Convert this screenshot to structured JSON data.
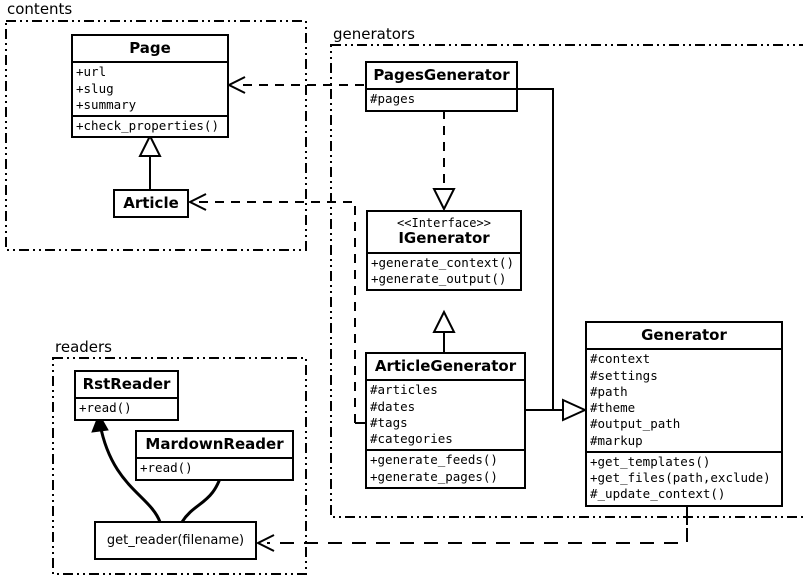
{
  "diagram": {
    "type": "uml-class-diagram",
    "packages": [
      {
        "name": "contents",
        "label": "contents"
      },
      {
        "name": "generators",
        "label": "generators"
      },
      {
        "name": "readers",
        "label": "readers"
      }
    ],
    "classes": [
      {
        "id": "page",
        "name": "Page",
        "stereotype": "",
        "attributes": [
          "+url",
          "+slug",
          "+summary"
        ],
        "operations": [
          "+check_properties()"
        ]
      },
      {
        "id": "article",
        "name": "Article",
        "stereotype": "",
        "attributes": [],
        "operations": []
      },
      {
        "id": "pagesgenerator",
        "name": "PagesGenerator",
        "stereotype": "",
        "attributes": [
          "#pages"
        ],
        "operations": []
      },
      {
        "id": "igenerator",
        "name": "IGenerator",
        "stereotype": "<<Interface>>",
        "attributes": [],
        "operations": [
          "+generate_context()",
          "+generate_output()"
        ]
      },
      {
        "id": "articlegenerator",
        "name": "ArticleGenerator",
        "stereotype": "",
        "attributes": [
          "#articles",
          "#dates",
          "#tags",
          "#categories"
        ],
        "operations": [
          "+generate_feeds()",
          "+generate_pages()"
        ]
      },
      {
        "id": "generator",
        "name": "Generator",
        "stereotype": "",
        "attributes": [
          "#context",
          "#settings",
          "#path",
          "#theme",
          "#output_path",
          "#markup"
        ],
        "operations": [
          "+get_templates()",
          "+get_files(path,exclude)",
          "#_update_context()"
        ]
      },
      {
        "id": "rstreader",
        "name": "RstReader",
        "stereotype": "",
        "attributes": [],
        "operations": [
          "+read()"
        ]
      },
      {
        "id": "mardownreader",
        "name": "MardownReader",
        "stereotype": "",
        "attributes": [],
        "operations": [
          "+read()"
        ]
      }
    ],
    "functions": [
      {
        "id": "get_reader",
        "label": "get_reader(filename)"
      }
    ],
    "relations": [
      {
        "from": "article",
        "to": "page",
        "type": "generalization"
      },
      {
        "from": "pagesgenerator",
        "to": "igenerator",
        "type": "realization"
      },
      {
        "from": "articlegenerator",
        "to": "igenerator",
        "type": "generalization"
      },
      {
        "from": "pagesgenerator",
        "to": "generator",
        "type": "generalization"
      },
      {
        "from": "articlegenerator",
        "to": "generator",
        "type": "generalization"
      },
      {
        "from": "pagesgenerator",
        "to": "page",
        "type": "dependency"
      },
      {
        "from": "articlegenerator",
        "to": "article",
        "type": "dependency"
      },
      {
        "from": "generator",
        "to": "get_reader",
        "type": "dependency"
      },
      {
        "from": "get_reader",
        "to": "rstreader",
        "type": "uses"
      },
      {
        "from": "get_reader",
        "to": "mardownreader",
        "type": "uses"
      }
    ],
    "colors": {
      "stroke": "#000000",
      "fill": "#ffffff"
    }
  }
}
